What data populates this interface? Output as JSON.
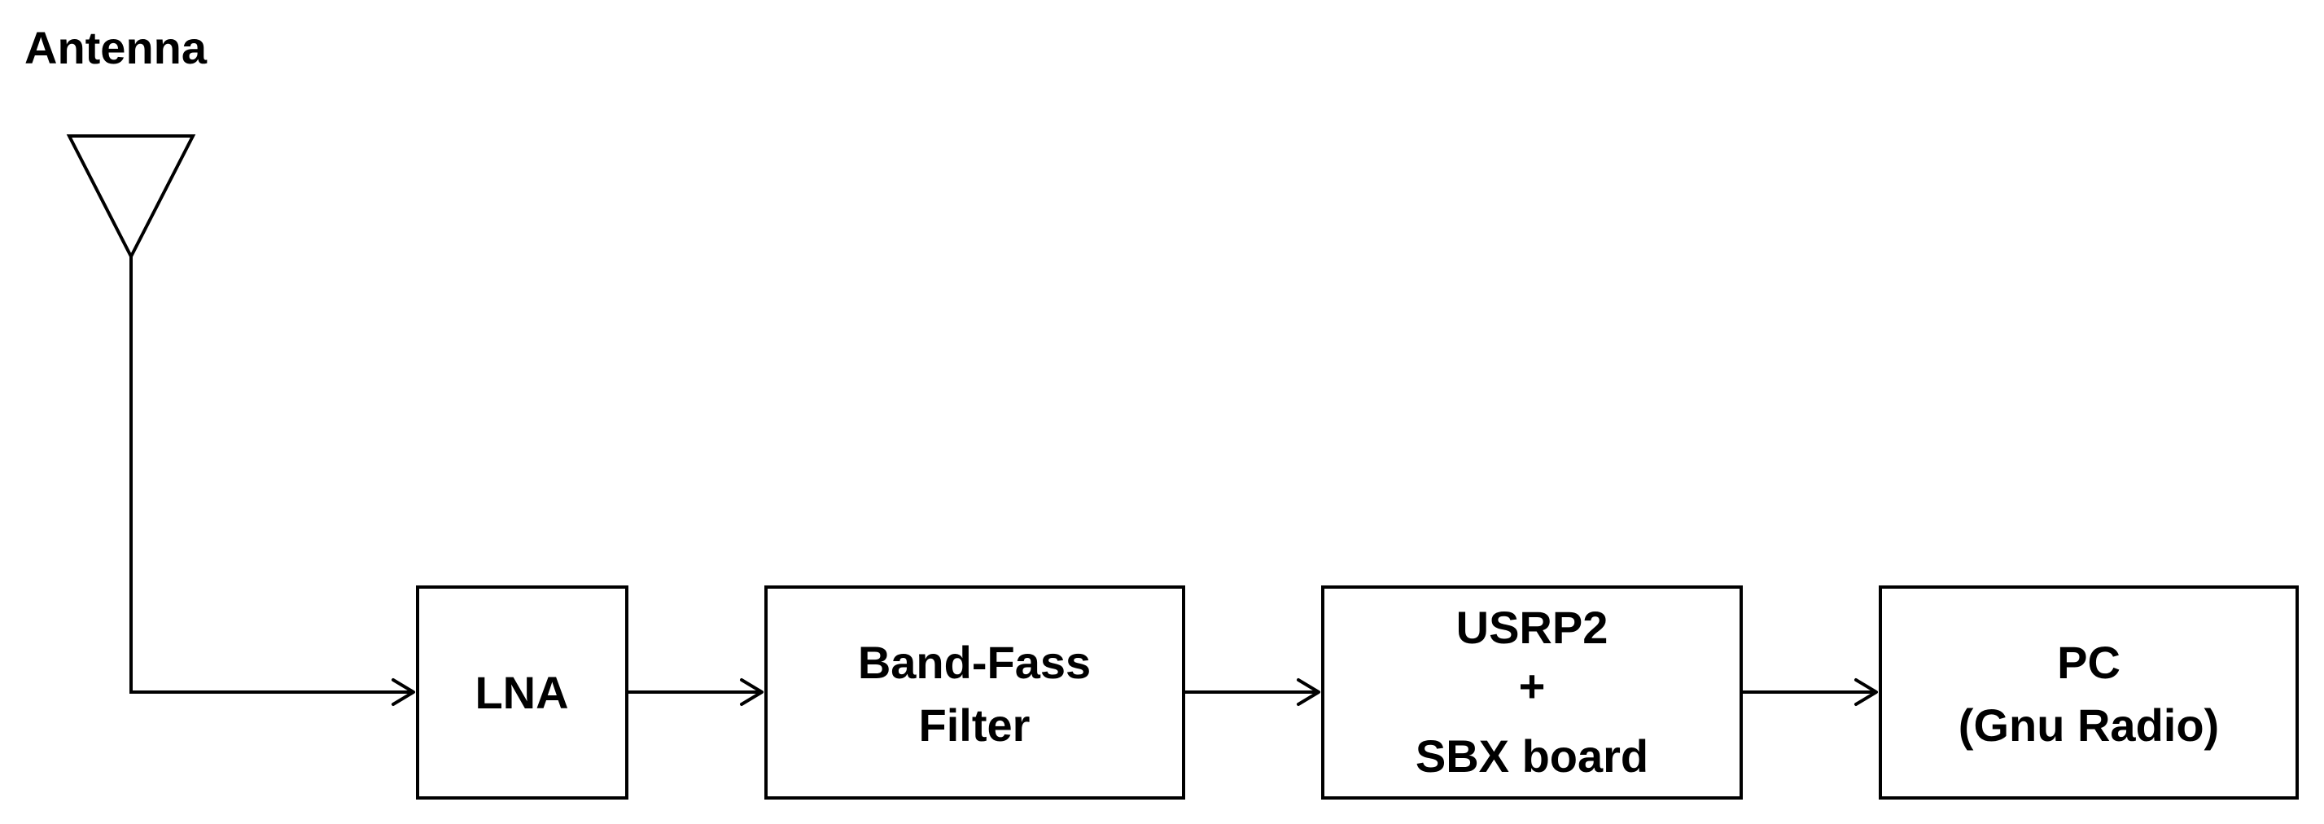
{
  "antenna": {
    "label": "Antenna"
  },
  "blocks": {
    "lna": {
      "label": "LNA"
    },
    "band_filter": {
      "line1": "Band-Fass",
      "line2": "Filter"
    },
    "usrp": {
      "line1": "USRP2",
      "line2": "+",
      "line3": "SBX board"
    },
    "pc": {
      "line1": "PC",
      "line2": "(Gnu Radio)"
    }
  },
  "colors": {
    "stroke": "#000000",
    "background": "#ffffff"
  }
}
